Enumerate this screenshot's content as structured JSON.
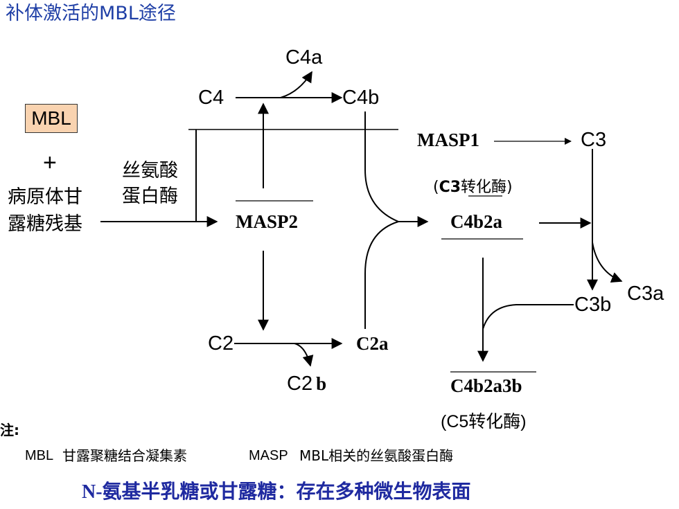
{
  "title": "补体激活的MBL途径",
  "nodes": {
    "mbl": "MBL",
    "plus": "+",
    "pathogen_line1": "病原体甘",
    "pathogen_line2": "露糖残基",
    "serine_line1": "丝氨酸",
    "serine_line2": "蛋白酶",
    "masp2": "MASP2",
    "masp1": "MASP1",
    "c4": "C4",
    "c4a": "C4a",
    "c4b": "C4b",
    "c2": "C2",
    "c2a": "C2a",
    "c2b_c2": "C2",
    "c2b_b": "b",
    "c3": "C3",
    "c3_convertase_prefix": "(",
    "c3_convertase_bold": "C3",
    "c3_convertase_rest": "转化酶)",
    "c4b2a": "C4b2a",
    "c3a": "C3a",
    "c3b": "C3b",
    "c4b2a3b": "C4b2a3b",
    "c5_convertase": "(C5转化酶)"
  },
  "notes": {
    "label": "注:",
    "mbl_term": "MBL",
    "mbl_def": "甘露聚糖结合凝集素",
    "masp_term": "MASP",
    "masp_def": "MBL相关的丝氨酸蛋白酶"
  },
  "footer": "N-氨基半乳糖或甘露糖：存在多种微生物表面"
}
